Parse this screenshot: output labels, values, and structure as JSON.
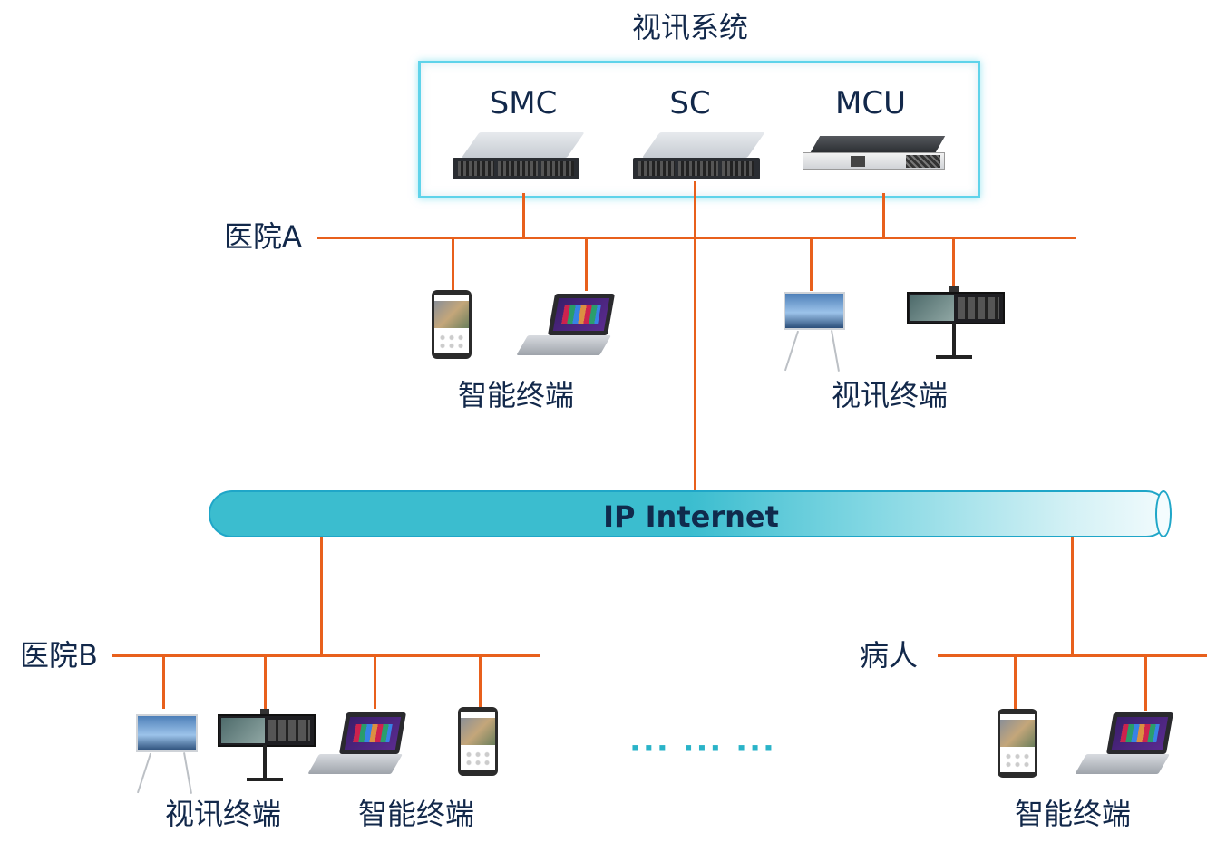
{
  "system": {
    "title": "视讯系统",
    "servers": [
      {
        "label": "SMC",
        "icon": "rack-server-icon"
      },
      {
        "label": "SC",
        "icon": "rack-server-icon"
      },
      {
        "label": "MCU",
        "icon": "mcu-appliance-icon"
      }
    ],
    "box_border_color": "#5fd3ea"
  },
  "network": {
    "label": "IP Internet",
    "line_color": "#e8601c",
    "pipe_color": "#3bbdcf"
  },
  "sites": {
    "hospital_a": {
      "label": "医院A",
      "groups": [
        {
          "label": "智能终端",
          "devices": [
            "smartphone-icon",
            "laptop-icon"
          ]
        },
        {
          "label": "视讯终端",
          "devices": [
            "video-board-icon",
            "dual-screen-cart-icon"
          ]
        }
      ]
    },
    "hospital_b": {
      "label": "医院B",
      "groups": [
        {
          "label": "视讯终端",
          "devices": [
            "video-board-icon",
            "dual-screen-cart-icon"
          ]
        },
        {
          "label": "智能终端",
          "devices": [
            "laptop-icon",
            "smartphone-icon"
          ]
        }
      ]
    },
    "patient": {
      "label": "病人",
      "groups": [
        {
          "label": "智能终端",
          "devices": [
            "smartphone-icon",
            "laptop-icon"
          ]
        }
      ]
    }
  },
  "ellipsis": "··· ··· ···"
}
